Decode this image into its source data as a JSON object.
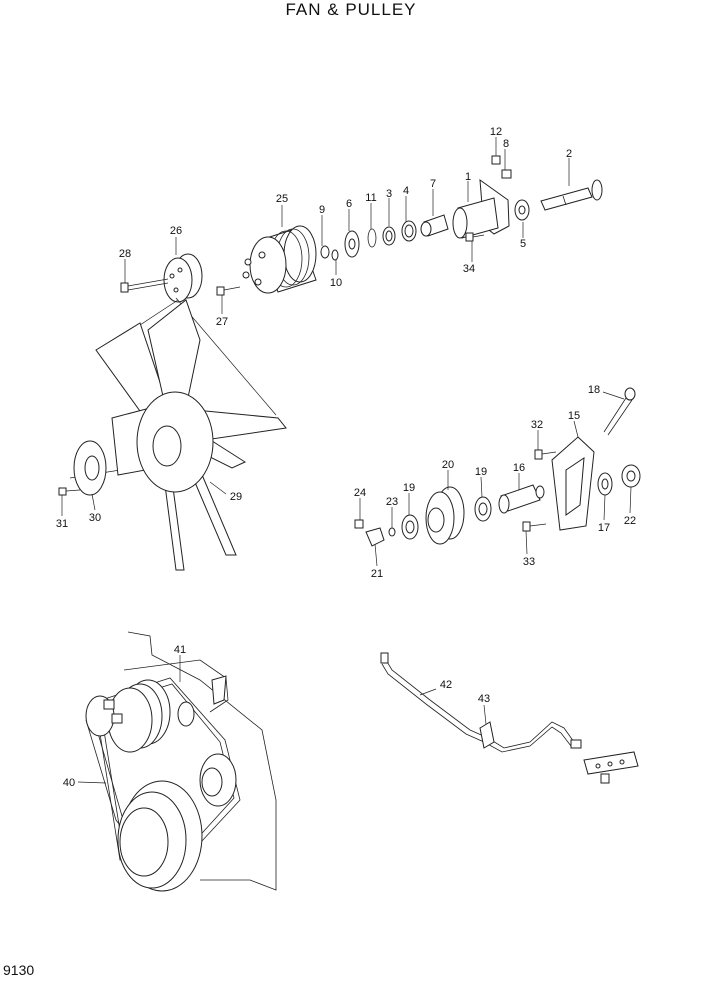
{
  "title": "FAN & PULLEY",
  "page_number": "9130",
  "callouts": [
    "1",
    "2",
    "3",
    "4",
    "5",
    "6",
    "7",
    "8",
    "9",
    "10",
    "11",
    "12",
    "15",
    "16",
    "17",
    "18",
    "19",
    "19",
    "20",
    "21",
    "22",
    "23",
    "24",
    "25",
    "26",
    "27",
    "28",
    "29",
    "30",
    "31",
    "32",
    "33",
    "34",
    "40",
    "41",
    "42",
    "43"
  ]
}
